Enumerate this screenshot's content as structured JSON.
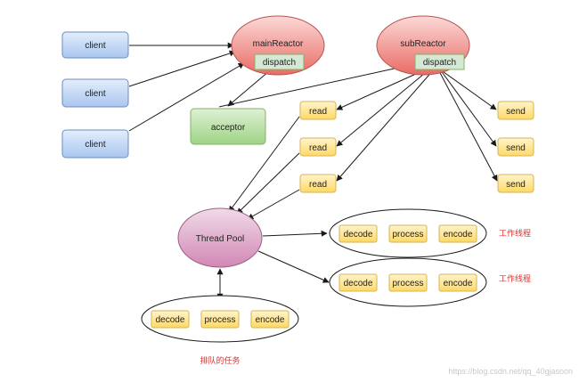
{
  "nodes": {
    "client_1": "client",
    "client_2": "client",
    "client_3": "client",
    "main_reactor": "mainReactor",
    "main_dispatch": "dispatch",
    "sub_reactor": "subReactor",
    "sub_dispatch": "dispatch",
    "acceptor": "acceptor",
    "read_1": "read",
    "read_2": "read",
    "read_3": "read",
    "send_1": "send",
    "send_2": "send",
    "send_3": "send",
    "thread_pool": "Thread Pool",
    "worker_1": {
      "decode": "decode",
      "process": "process",
      "encode": "encode",
      "caption": "工作线程"
    },
    "worker_2": {
      "decode": "decode",
      "process": "process",
      "encode": "encode",
      "caption": "工作线程"
    },
    "queue": {
      "decode": "decode",
      "process": "process",
      "encode": "encode",
      "caption": "排队的任务"
    }
  },
  "watermark": "https://blog.csdn.net/qq_40gjasoon",
  "colors": {
    "client_fill": "#dae8fc",
    "client_stroke": "#6c8ebf",
    "reactor_fill": "#f8cecc",
    "reactor_stroke": "#b85450",
    "dispatch_fill": "#d5e8d4",
    "acceptor_fill": "#d5e8d4",
    "acceptor_stroke": "#82b366",
    "task_fill": "#fff2cc",
    "task_stroke": "#d6b656",
    "pool_fill": "#e6d0de",
    "pool_stroke": "#996185",
    "caption_color": "#e0312e"
  }
}
